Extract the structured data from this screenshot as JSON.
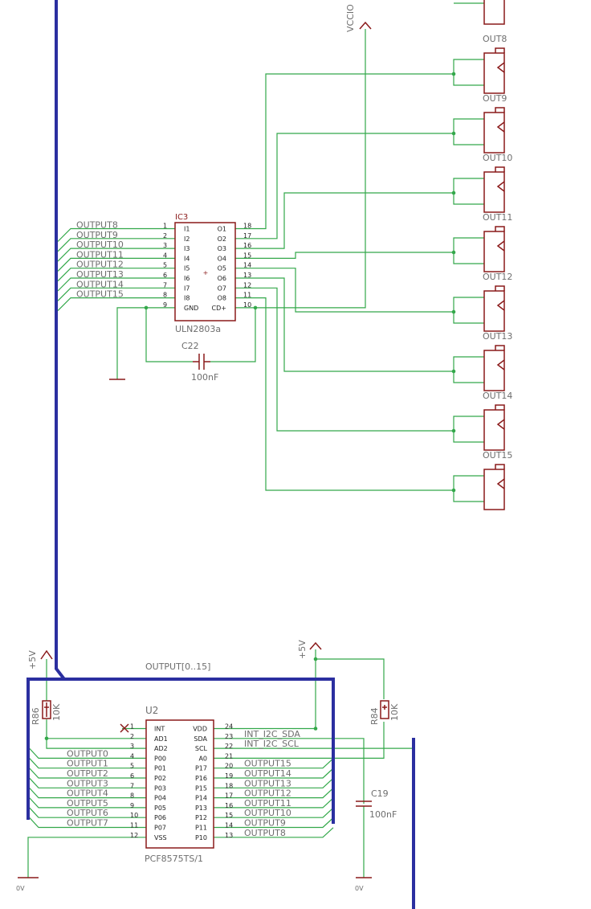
{
  "colors": {
    "wire": "#33a84a",
    "bus": "#2b2fa0",
    "part": "#8a1a1a",
    "label": "#6e6e6e",
    "pin_text": "#222222"
  },
  "ic3": {
    "name": "IC3",
    "value": "ULN2803a",
    "inputs": [
      {
        "pin": "1",
        "label": "I1",
        "net": "OUTPUT8"
      },
      {
        "pin": "2",
        "label": "I2",
        "net": "OUTPUT9"
      },
      {
        "pin": "3",
        "label": "I3",
        "net": "OUTPUT10"
      },
      {
        "pin": "4",
        "label": "I4",
        "net": "OUTPUT11"
      },
      {
        "pin": "5",
        "label": "I5",
        "net": "OUTPUT12"
      },
      {
        "pin": "6",
        "label": "I6",
        "net": "OUTPUT13"
      },
      {
        "pin": "7",
        "label": "I7",
        "net": "OUTPUT14"
      },
      {
        "pin": "8",
        "label": "I8",
        "net": "OUTPUT15"
      },
      {
        "pin": "9",
        "label": "GND",
        "net": ""
      }
    ],
    "outputs": [
      {
        "pin": "18",
        "label": "O1"
      },
      {
        "pin": "17",
        "label": "O2"
      },
      {
        "pin": "16",
        "label": "O3"
      },
      {
        "pin": "15",
        "label": "O4"
      },
      {
        "pin": "14",
        "label": "O5"
      },
      {
        "pin": "13",
        "label": "O6"
      },
      {
        "pin": "12",
        "label": "O7"
      },
      {
        "pin": "11",
        "label": "O8"
      },
      {
        "pin": "10",
        "label": "CD+"
      }
    ]
  },
  "vccio": "VCCIO",
  "c22": {
    "name": "C22",
    "value": "100nF"
  },
  "connectors": [
    "OUT8",
    "OUT9",
    "OUT10",
    "OUT11",
    "OUT12",
    "OUT13",
    "OUT14",
    "OUT15"
  ],
  "bus_label": "OUTPUT[0..15]",
  "u2": {
    "name": "U2",
    "value": "PCF8575TS/1",
    "left_pins": [
      {
        "pin": "1",
        "label": "INT"
      },
      {
        "pin": "2",
        "label": "AD1"
      },
      {
        "pin": "3",
        "label": "AD2"
      },
      {
        "pin": "4",
        "label": "P00"
      },
      {
        "pin": "5",
        "label": "P01"
      },
      {
        "pin": "6",
        "label": "P02"
      },
      {
        "pin": "7",
        "label": "P03"
      },
      {
        "pin": "8",
        "label": "P04"
      },
      {
        "pin": "9",
        "label": "P05"
      },
      {
        "pin": "10",
        "label": "P06"
      },
      {
        "pin": "11",
        "label": "P07"
      },
      {
        "pin": "12",
        "label": "VSS"
      }
    ],
    "right_pins": [
      {
        "pin": "24",
        "label": "VDD"
      },
      {
        "pin": "23",
        "label": "SDA"
      },
      {
        "pin": "22",
        "label": "SCL"
      },
      {
        "pin": "21",
        "label": "A0"
      },
      {
        "pin": "20",
        "label": "P17"
      },
      {
        "pin": "19",
        "label": "P16"
      },
      {
        "pin": "18",
        "label": "P15"
      },
      {
        "pin": "17",
        "label": "P14"
      },
      {
        "pin": "16",
        "label": "P13"
      },
      {
        "pin": "15",
        "label": "P12"
      },
      {
        "pin": "14",
        "label": "P11"
      },
      {
        "pin": "13",
        "label": "P10"
      }
    ],
    "left_nets": [
      "OUTPUT0",
      "OUTPUT1",
      "OUTPUT2",
      "OUTPUT3",
      "OUTPUT4",
      "OUTPUT5",
      "OUTPUT6",
      "OUTPUT7"
    ],
    "right_nets": [
      "INT_I2C_SDA",
      "INT_I2C_SCL",
      "",
      "OUTPUT15",
      "OUTPUT14",
      "OUTPUT13",
      "OUTPUT12",
      "OUTPUT11",
      "OUTPUT10",
      "OUTPUT9",
      "OUTPUT8"
    ]
  },
  "r86": {
    "name": "R86",
    "value": "10K"
  },
  "r84": {
    "name": "R84",
    "value": "10K"
  },
  "c19": {
    "name": "C19",
    "value": "100nF"
  },
  "supply_5v": "+5V",
  "gnd_label": "0V"
}
